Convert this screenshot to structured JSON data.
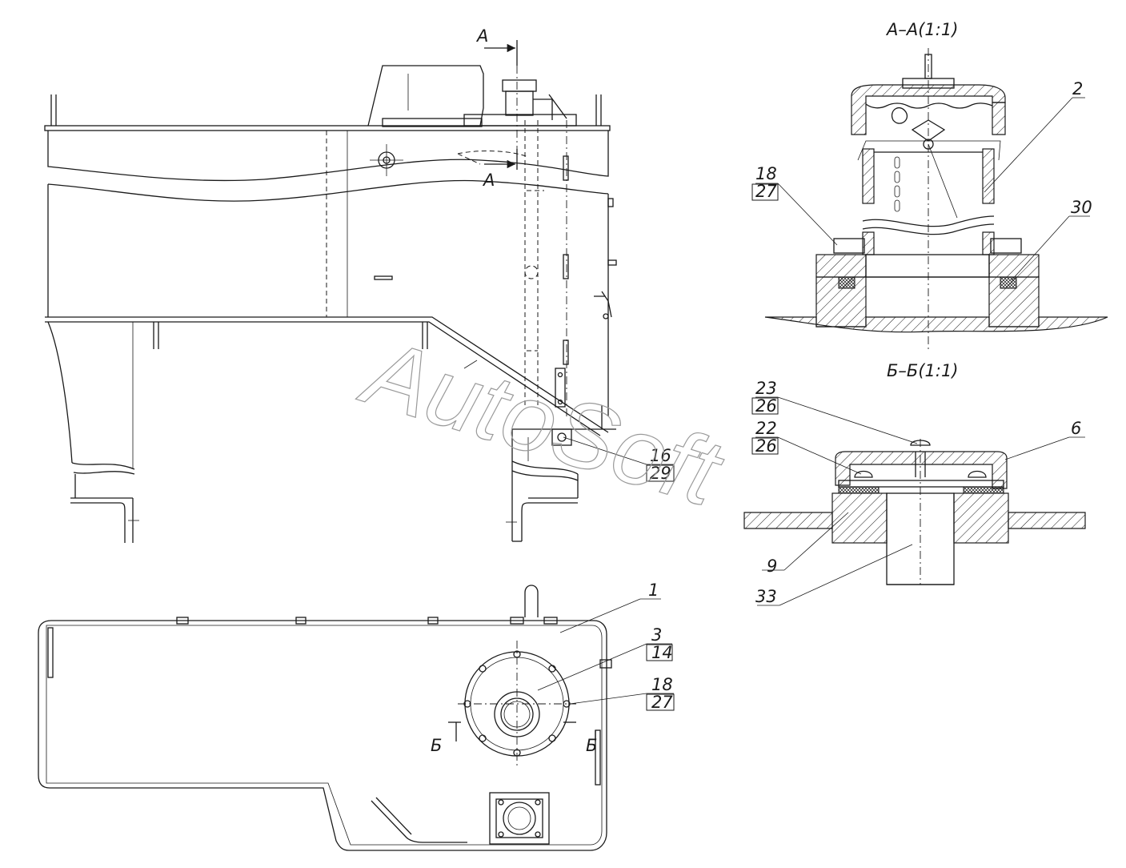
{
  "watermark": "AutoSoft",
  "sections": {
    "aa": {
      "mark": "A",
      "title": "A–A(1:1)"
    },
    "bb": {
      "mark": "Б",
      "title": "Б–Б(1:1)"
    }
  },
  "callouts": {
    "c1": "1",
    "c2": "2",
    "c3": "3",
    "c3b": "14",
    "c6": "6",
    "c9": "9",
    "c16": "16",
    "c16b": "29",
    "c18a": "18",
    "c18ab": "27",
    "c18b": "18",
    "c18bb": "27",
    "c22": "22",
    "c22b": "26",
    "c23": "23",
    "c23b": "26",
    "c30": "30",
    "c33": "33"
  }
}
